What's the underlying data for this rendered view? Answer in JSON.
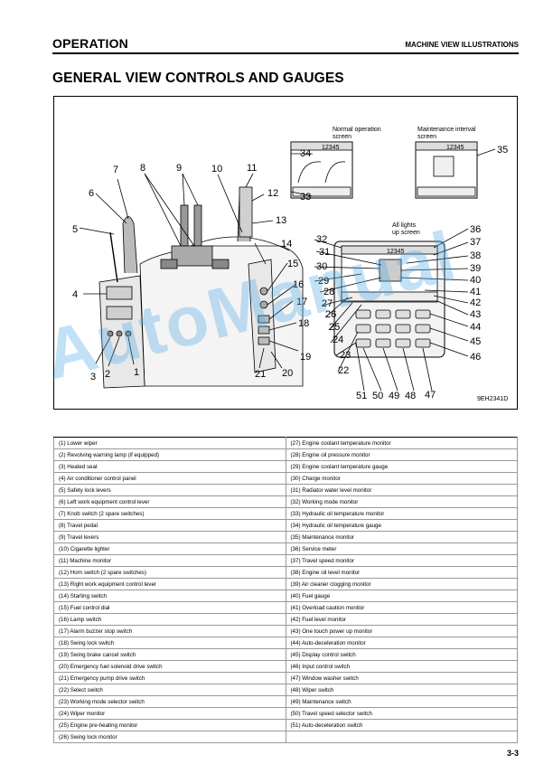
{
  "header": {
    "section": "OPERATION",
    "subsection": "MACHINE VIEW ILLUSTRATIONS"
  },
  "title": "GENERAL VIEW CONTROLS AND GAUGES",
  "figure": {
    "code": "9EH2341D",
    "screen_normal": [
      "Normal operation",
      "screen"
    ],
    "screen_maintenance": [
      "Maintenance interval",
      "screen"
    ],
    "screen_lights": [
      "All lights",
      "up screen"
    ],
    "monitor_text": "12345",
    "callouts": [
      "1",
      "2",
      "3",
      "4",
      "5",
      "6",
      "7",
      "8",
      "9",
      "10",
      "11",
      "12",
      "13",
      "14",
      "15",
      "16",
      "17",
      "18",
      "19",
      "20",
      "21",
      "22",
      "23",
      "24",
      "25",
      "26",
      "27",
      "28",
      "29",
      "30",
      "31",
      "32",
      "33",
      "34",
      "35",
      "36",
      "37",
      "38",
      "39",
      "40",
      "41",
      "42",
      "43",
      "44",
      "45",
      "46",
      "47",
      "48",
      "49",
      "50",
      "51"
    ]
  },
  "watermark": "AutoManual",
  "legend": {
    "left": [
      "(1) Lower wiper",
      "(2) Revolving warning lamp (if equipped)",
      "(3) Heated seat",
      "(4) Air conditioner control panel",
      "(5) Safety lock levers",
      "(6) Left work equipment control lever",
      "(7) Knob switch  (2 spare switches)",
      "(8) Travel pedal",
      "(9) Travel levers",
      "(10) Cigarette lighter",
      "(11) Machine monitor",
      "(12) Horn switch   (2 spare switches)",
      "(13) Right work equipment control lever",
      "(14) Starting switch",
      "(15) Fuel control dial",
      "(16) Lamp switch",
      "(17) Alarm buzzer stop switch",
      "(18) Swing lock switch",
      "(19) Swing brake cancel switch",
      "(20) Emergency fuel solenoid drive switch",
      "(21) Emergency pump drive switch",
      "(22) Select switch",
      "(23) Working mode selector switch",
      "(24) Wiper monitor",
      "(25) Engine pre-heating monitor",
      "(26) Swing lock monitor"
    ],
    "right": [
      "(27) Engine coolant temperature monitor",
      "(28) Engine oil pressure monitor",
      "(29) Engine coolant temperature gauge",
      "(30) Charge monitor",
      "(31)  Radiator water level monitor",
      "(32)  Working mode monitor",
      "(33)  Hydraulic oil temperature monitor",
      "(34) Hydraulic oil temperature gauge",
      "(35) Maintenance monitor",
      "(36) Service meter",
      "(37) Travel speed monitor",
      "(38) Engine oil level monitor",
      "(39) Air cleaner clogging monitor",
      "(40) Fuel gauge",
      "(41) Overload caution monitor",
      "(42) Fuel level monitor",
      "(43) One touch power up monitor",
      "(44) Auto-deceleration monitor",
      "(45) Display control switch",
      "(46) Input control switch",
      "(47) Window washer switch",
      "(48) Wiper switch",
      "(49) Maintenance switch",
      "(50) Travel speed selector switch",
      "(51) Auto-deceleration switch",
      ""
    ]
  },
  "page_number": "3-3"
}
